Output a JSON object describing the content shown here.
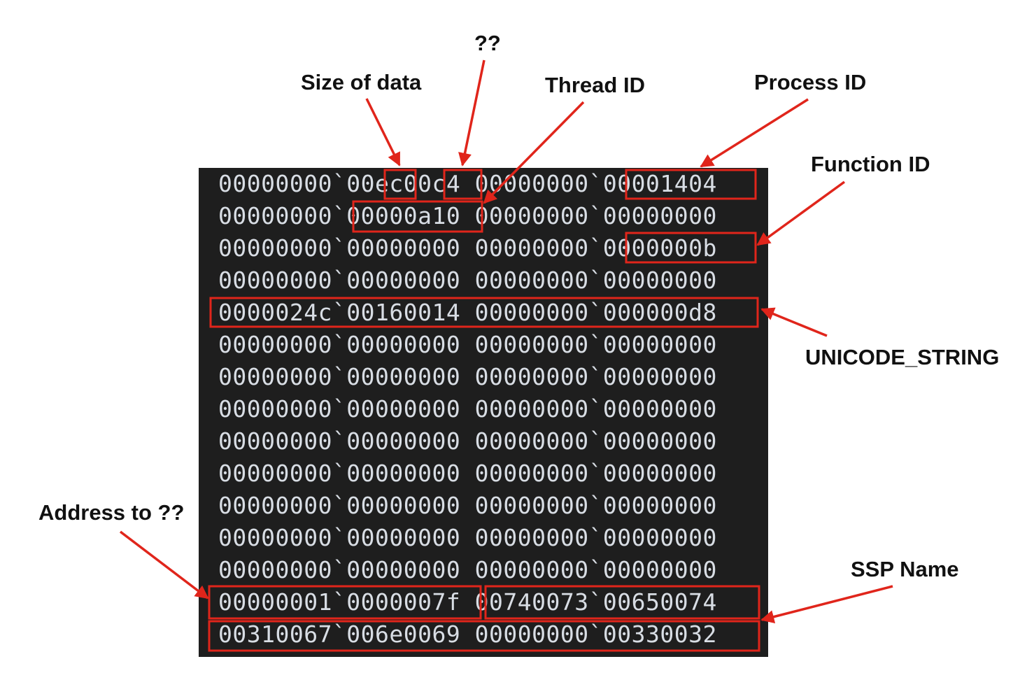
{
  "memory_dump": {
    "rows": [
      "00000000`00ec00c4 00000000`00001404",
      "00000000`00000a10 00000000`00000000",
      "00000000`00000000 00000000`0000000b",
      "00000000`00000000 00000000`00000000",
      "0000024c`00160014 00000000`000000d8",
      "00000000`00000000 00000000`00000000",
      "00000000`00000000 00000000`00000000",
      "00000000`00000000 00000000`00000000",
      "00000000`00000000 00000000`00000000",
      "00000000`00000000 00000000`00000000",
      "00000000`00000000 00000000`00000000",
      "00000000`00000000 00000000`00000000",
      "00000000`00000000 00000000`00000000",
      "00000001`0000007f 00740073`00650074",
      "00310067`006e0069 00000000`00330032"
    ]
  },
  "annotations": {
    "unknown": "??",
    "size_of_data": "Size of data",
    "thread_id": "Thread ID",
    "process_id": "Process ID",
    "function_id": "Function ID",
    "unicode_string": "UNICODE_STRING",
    "address_to": "Address to ??",
    "ssp_name": "SSP Name"
  },
  "colors": {
    "highlight": "#e0251b",
    "dump_background": "#1e1e1e",
    "dump_text": "#d8dde4"
  }
}
